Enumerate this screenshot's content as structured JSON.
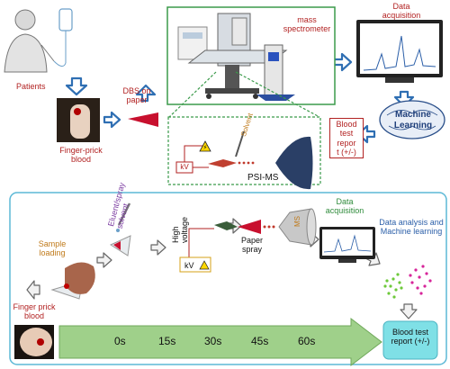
{
  "top": {
    "patients": "Patients",
    "finger_prick": "Finger-prick blood",
    "dbs": "DBS on paper",
    "ms": "mass spectrometer",
    "data_acq": "Data acquisition",
    "ml_line1": "Machine",
    "ml_line2": "Learning",
    "report": [
      "Blood",
      "test",
      "repor",
      "t (+/-)"
    ],
    "kv": "kV",
    "solvent": "Solvent",
    "psi_ms": "PSI-MS"
  },
  "bottom": {
    "sample_loading": "Sample loading",
    "eluent": "Eluent/spray solvent",
    "high_voltage": "High voltage",
    "kv": "kV",
    "paper_spray": "Paper spray",
    "ms": "MS",
    "data_acq": "Data acquisition",
    "data_analysis": "Data analysis and Machine learning",
    "finger_prick": "Finger prick blood",
    "timeline": [
      "0s",
      "15s",
      "30s",
      "45s",
      "60s"
    ],
    "report": "Blood test report (+/-)"
  },
  "colors": {
    "arrow_blue": "#2f6fb3",
    "dashed_green": "#3a9a4a",
    "bottom_frame": "#5bb8d6",
    "timeline_green": "#9fd08a",
    "report_box": "#7fe0e6",
    "dark_red": "#b22222",
    "purple": "#7a3aa0",
    "green_text": "#2e8b3a",
    "orange_text": "#c07a1a"
  }
}
